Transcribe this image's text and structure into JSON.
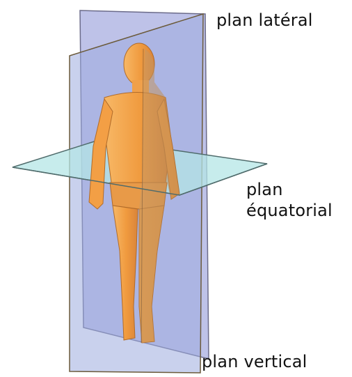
{
  "labels": {
    "lateral": "plan latéral",
    "equatorial_line1": "plan",
    "equatorial_line2": "équatorial",
    "vertical": "plan vertical"
  },
  "colors": {
    "lateral_plane": "#9fa6d6",
    "vertical_plane": "#9ca9dd",
    "equatorial_plane": "#a8dde0",
    "skin_front": "#f3a24a",
    "skin_shadow": "#c9955a",
    "plane_edge": "#6b5a3a"
  }
}
